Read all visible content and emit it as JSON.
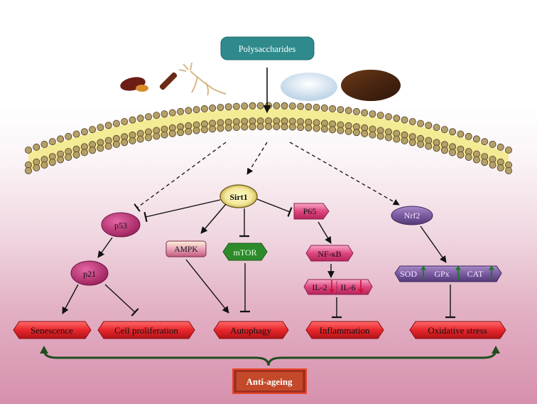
{
  "source": {
    "label": "Polysaccharides"
  },
  "hub": {
    "label": "Sirt1"
  },
  "nodes": {
    "p53": "p53",
    "p21": "p21",
    "ampk": "AMPK",
    "mtor": "mTOR",
    "p65": "P65",
    "nfkb": "NF-κB",
    "il2": "IL-2",
    "il6": "IL-6",
    "nrf2": "Nrf2",
    "sod": "SOD",
    "gpx": "GPx",
    "cat": "CAT"
  },
  "outcomes": {
    "senescence": "Senescence",
    "cell_proliferation": "Cell proliferation",
    "autophagy": "Autophagy",
    "inflammation": "Inflammation",
    "oxidative_stress": "Oxidative stress"
  },
  "result": {
    "label": "Anti-ageing"
  },
  "colors": {
    "source": "#2f8a8c",
    "outcome": "#e8262c",
    "nrf2": "#7a5aa0",
    "mtor": "#2e8b2c",
    "p53": "#b0306c",
    "result": "#a32e1e",
    "bracket": "#1f4d1f"
  }
}
